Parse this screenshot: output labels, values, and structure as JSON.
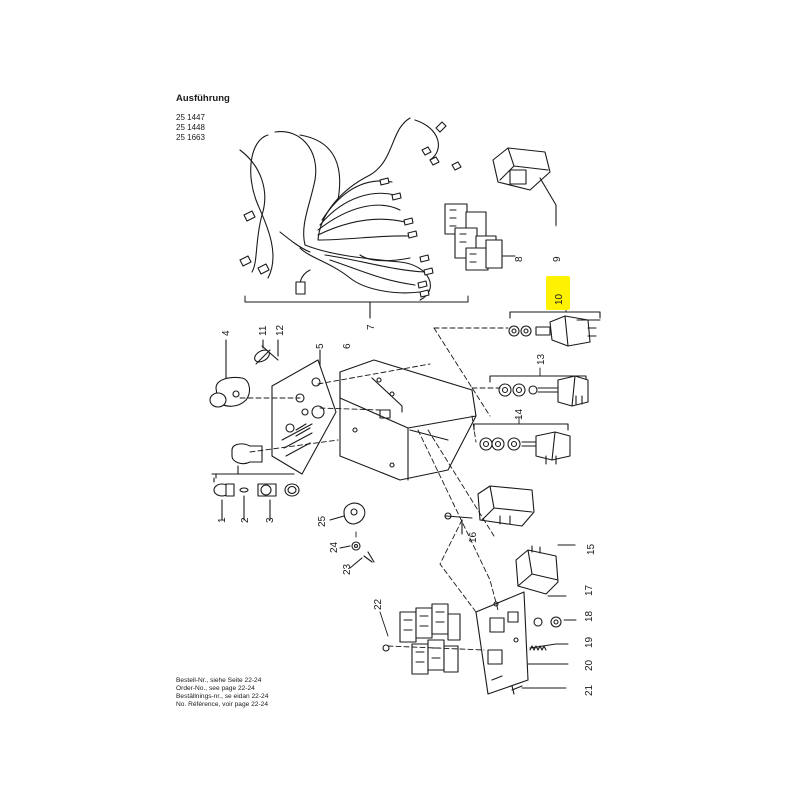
{
  "doc": {
    "heading": "Ausführung",
    "variants": [
      "25 1447",
      "25 1448",
      "25 1663"
    ],
    "references": [
      "Bestell-Nr., siehe Seite 22-24",
      "Order-No., see page 22-24",
      "Beställnings-nr., se eidan 22-24",
      "No. Référence, voir page 22-24"
    ]
  },
  "diagram": {
    "highlight_color": "#fff200",
    "ink_color": "#1a1a1a",
    "callouts": [
      {
        "id": "1",
        "label": "1"
      },
      {
        "id": "2",
        "label": "2"
      },
      {
        "id": "3",
        "label": "3"
      },
      {
        "id": "4",
        "label": "4"
      },
      {
        "id": "5",
        "label": "5"
      },
      {
        "id": "6",
        "label": "6"
      },
      {
        "id": "7",
        "label": "7"
      },
      {
        "id": "8",
        "label": "8"
      },
      {
        "id": "9",
        "label": "9"
      },
      {
        "id": "10",
        "label": "10",
        "highlighted": true
      },
      {
        "id": "11",
        "label": "11"
      },
      {
        "id": "12",
        "label": "12"
      },
      {
        "id": "13",
        "label": "13"
      },
      {
        "id": "14",
        "label": "14"
      },
      {
        "id": "15",
        "label": "15"
      },
      {
        "id": "16",
        "label": "16"
      },
      {
        "id": "17",
        "label": "17"
      },
      {
        "id": "18",
        "label": "18"
      },
      {
        "id": "19",
        "label": "19"
      },
      {
        "id": "20",
        "label": "20"
      },
      {
        "id": "21",
        "label": "21"
      },
      {
        "id": "22",
        "label": "22"
      },
      {
        "id": "23",
        "label": "23"
      },
      {
        "id": "24",
        "label": "24"
      },
      {
        "id": "25",
        "label": "25"
      }
    ]
  }
}
